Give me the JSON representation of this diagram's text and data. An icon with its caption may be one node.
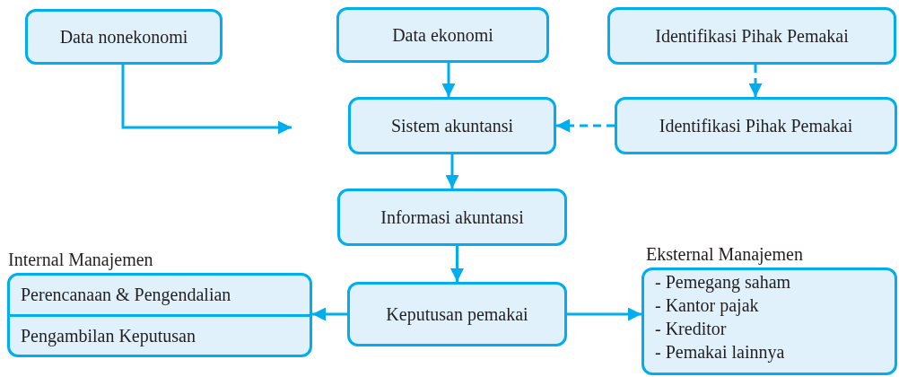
{
  "diagram": {
    "nodes": [
      {
        "text": [
          "Data nonekonomi"
        ]
      },
      {
        "text": [
          "Data ekonomi"
        ]
      },
      {
        "text": [
          "Identifikasi Pihak Pemakai"
        ]
      },
      {
        "text": [
          "Sistem akuntansi"
        ]
      },
      {
        "text": [
          "Identifikasi Pihak Pemakai"
        ]
      },
      {
        "text": [
          "Informasi akuntansi"
        ]
      },
      {
        "text": [
          "Internal Manajemen",
          "Perencanaan & Pengendalian",
          "Pengambilan Keputusan"
        ]
      },
      {
        "text": [
          "Keputusan pemakai"
        ]
      },
      {
        "text": [
          "Eksternal Manajemen",
          "- Pemegang saham",
          "- Kantor pajak",
          "- Kreditor",
          "- Pemakai lainnya"
        ]
      }
    ],
    "edges": [
      {
        "from": 0,
        "to": null,
        "arrow": "to"
      },
      {
        "from": 1,
        "to": 3,
        "arrow": "to"
      },
      {
        "from": 2,
        "to": 4,
        "arrow": "to",
        "style": "dashed"
      },
      {
        "from": 4,
        "to": 3,
        "arrow": "to",
        "style": "dashed"
      },
      {
        "from": 3,
        "to": 5,
        "arrow": "to"
      },
      {
        "from": 5,
        "to": 7,
        "arrow": "to"
      },
      {
        "from": 7,
        "to": 6,
        "arrow": "to"
      },
      {
        "from": 7,
        "to": 8,
        "arrow": "to"
      }
    ]
  }
}
